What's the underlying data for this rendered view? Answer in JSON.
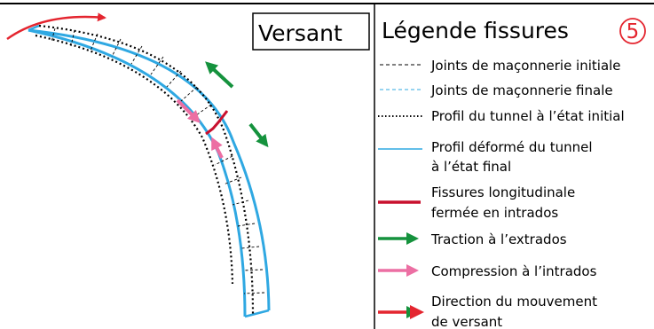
{
  "figure": {
    "versant_label": "Versant",
    "legend_title": "Légende fissures",
    "legend_number": "5",
    "colors": {
      "tunnel_final": "#2fa8e2",
      "joints_final": "#7fc7ec",
      "crack": "#c8102e",
      "traction": "#15923d",
      "compression": "#ec6fa3",
      "movement": "#e4252f",
      "black": "#000000"
    },
    "legend": {
      "items": [
        {
          "icon": "initial-joints-dash-icon",
          "lines": [
            "Joints de maçonnerie initiale"
          ]
        },
        {
          "icon": "final-joints-dash-icon",
          "lines": [
            "Joints de maçonnerie finale"
          ]
        },
        {
          "icon": "initial-profile-dotted-icon",
          "lines": [
            "Profil du tunnel à l’état initial"
          ]
        },
        {
          "icon": "deformed-profile-line-icon",
          "lines": [
            "Profil déformé du tunnel",
            "à l’état final"
          ]
        },
        {
          "icon": "longitudinal-crack-line-icon",
          "lines": [
            "Fissures longitudinale",
            "fermée en intrados"
          ]
        },
        {
          "icon": "traction-arrow-icon",
          "lines": [
            "Traction à l’extrados"
          ]
        },
        {
          "icon": "compression-arrow-icon",
          "lines": [
            "Compression à l’intrados"
          ]
        },
        {
          "icon": "movement-arrow-icon",
          "lines": [
            "Direction du mouvement",
            "de versant"
          ]
        }
      ]
    }
  }
}
